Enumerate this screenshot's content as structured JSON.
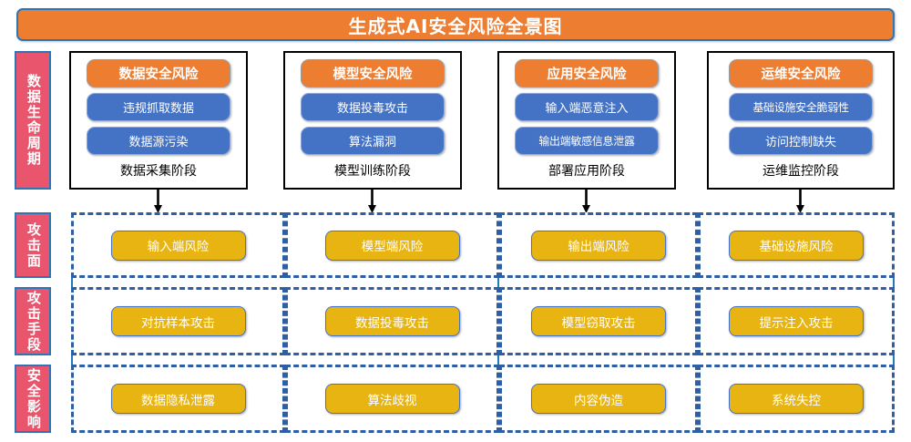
{
  "title": "生成式AI安全风险全景图",
  "colors": {
    "title_bg": "#ED7D31",
    "title_border": "#2E75B6",
    "side_label_bg": "#E8556D",
    "stage_head_bg": "#ED7D31",
    "stage_item_bg": "#4472C4",
    "chip_bg": "#E8B411",
    "cell_border": "#2E5FA3",
    "matrix_outline": "#1F7BC1"
  },
  "side_labels": [
    {
      "text": "数据生命周期"
    },
    {
      "text": "攻击面"
    },
    {
      "text": "攻击手段"
    },
    {
      "text": "安全影响"
    }
  ],
  "stages": [
    {
      "head": "数据安全风险",
      "items": [
        "违规抓取数据",
        "数据源污染"
      ],
      "caption": "数据采集阶段"
    },
    {
      "head": "模型安全风险",
      "items": [
        "数据投毒攻击",
        "算法漏洞"
      ],
      "caption": "模型训练阶段"
    },
    {
      "head": "应用安全风险",
      "items": [
        "输入端恶意注入",
        "输出端敏感信息泄露"
      ],
      "caption": "部署应用阶段"
    },
    {
      "head": "运维安全风险",
      "items": [
        "基础设施安全脆弱性",
        "访问控制缺失"
      ],
      "caption": "运维监控阶段"
    }
  ],
  "matrix": {
    "rows": [
      {
        "label": "攻击面",
        "cells": [
          "输入端风险",
          "模型端风险",
          "输出端风险",
          "基础设施风险"
        ]
      },
      {
        "label": "攻击手段",
        "cells": [
          "对抗样本攻击",
          "数据投毒攻击",
          "模型窃取攻击",
          "提示注入攻击"
        ]
      },
      {
        "label": "安全影响",
        "cells": [
          "数据隐私泄露",
          "算法歧视",
          "内容伪造",
          "系统失控"
        ]
      }
    ]
  },
  "icons": {
    "arrow": "down-arrow-icon"
  }
}
